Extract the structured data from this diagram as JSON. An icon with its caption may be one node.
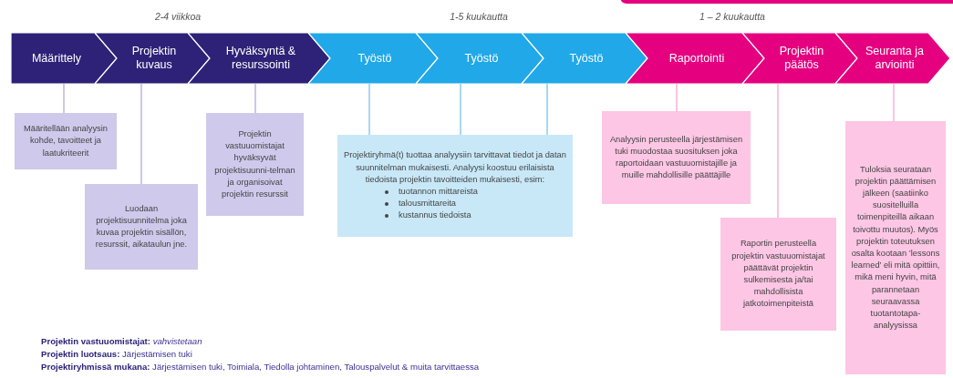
{
  "diagram": {
    "nodes": [
      {
        "text": [
          "Määrittely"
        ]
      },
      {
        "text": [
          "Projektin kuvaus"
        ]
      },
      {
        "text": [
          "Hyväksyntä & resurssointi"
        ]
      },
      {
        "text": [
          "Työstö"
        ]
      },
      {
        "text": [
          "Työstö"
        ]
      },
      {
        "text": [
          "Työstö"
        ]
      },
      {
        "text": [
          "Raportointi"
        ]
      },
      {
        "text": [
          "Projektin päätös"
        ]
      },
      {
        "text": [
          "Seuranta ja arviointi"
        ]
      },
      {
        "text": [
          "Määritellään analyysin kohde, tavoitteet ja laatukriteerit"
        ]
      },
      {
        "text": [
          "Luodaan projektisuunnitelma joka kuvaa projektin sisällön, resurssit, aikataulun jne."
        ]
      },
      {
        "text": [
          "Projektin vastuuomistajat hyväksyvät projektisuunni-telman ja organisoivat projektin resurssit"
        ]
      },
      {
        "text": [
          "Projektiryhmä(t) tuottaa analyysiin tarvittavat tiedot ja datan suunnitelman mukaisesti. Analyysi koostuu erilaisista tiedoista projektin tavoitteiden mukaisesti, esim:",
          "tuotannon mittareista",
          "talousmittareita",
          "kustannus tiedoista"
        ]
      },
      {
        "text": [
          "Analyysin perusteella järjestämisen tuki muodostaa suosituksen joka raportoidaan vastuuomistajille ja muille mahdollisille päättäjille"
        ]
      },
      {
        "text": [
          "Raportin perusteella projektin vastuuomistajat päättävät projektin sulkemisesta ja/tai mahdollisista jatkotoimenpiteistä"
        ]
      },
      {
        "text": [
          "Tuloksia seurataan projektin päättämisen jälkeen (saatiinko suositelluilla toimenpiteillä aikaan toivottu muutos). Myös projektin toteutuksen osalta kootaan ’lessons learned’ eli mitä opittiin, mikä meni hyvin, mitä parannetaan seuraavassa tuotantotapa-analyysissa"
        ]
      }
    ],
    "edges": [
      {
        "from": 0,
        "to": 9,
        "arrow": "none",
        "color": "#b3a9dc"
      },
      {
        "from": 1,
        "to": 10,
        "arrow": "none",
        "color": "#b3a9dc"
      },
      {
        "from": 2,
        "to": 11,
        "arrow": "none",
        "color": "#b3a9dc"
      },
      {
        "from": 3,
        "to": 12,
        "arrow": "none",
        "color": "#7cc3e8"
      },
      {
        "from": 4,
        "to": 12,
        "arrow": "none",
        "color": "#7cc3e8"
      },
      {
        "from": 5,
        "to": 12,
        "arrow": "none",
        "color": "#7cc3e8"
      },
      {
        "from": 6,
        "to": 13,
        "arrow": "none",
        "color": "#f4a6d0"
      },
      {
        "from": 7,
        "to": 14,
        "arrow": "none",
        "color": "#f4a6d0"
      },
      {
        "from": 8,
        "to": 15,
        "arrow": "none",
        "color": "#f4a6d0"
      }
    ],
    "labels": [
      "2-4 viikkoa",
      "1-5 kuukautta",
      "1 – 2 kuukautta",
      "**Projektin vastuuomistajat:** *vahvistetaan*",
      "**Projektin luotsaus:** Järjestämisen tuki",
      "**Projektiryhmissä mukana:** Järjestämisen tuki, Toimiala, Tiedolla johtaminen, Talouspalvelut & muita tarvittaessa"
    ]
  }
}
